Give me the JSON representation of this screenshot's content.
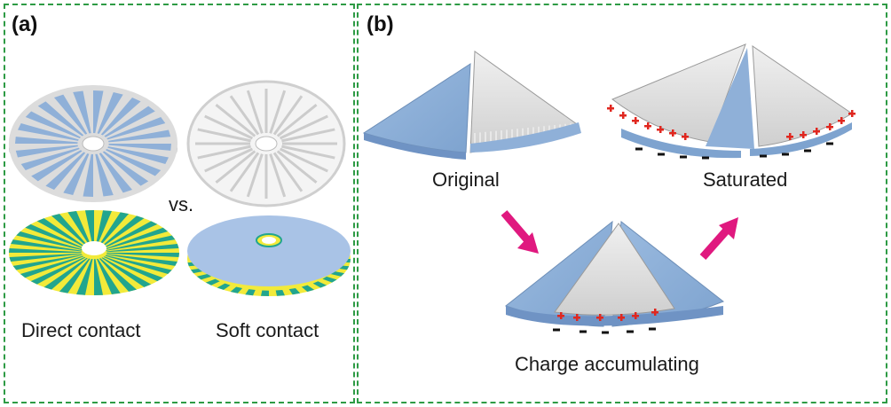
{
  "panel_a": {
    "label": "(a)",
    "vs_label": "vs.",
    "caption_left": "Direct contact",
    "caption_right": "Soft contact"
  },
  "panel_b": {
    "label": "(b)",
    "caption_original": "Original",
    "caption_saturated": "Saturated",
    "caption_accumulating": "Charge accumulating"
  },
  "colors": {
    "frame": "#2e9b45",
    "blue": "#8fb0d8",
    "grey": "#d9d9d9",
    "yellow": "#f2ea3a",
    "teal": "#22a58e",
    "arrow": "#e0197f",
    "charge_plus": "#e0271f"
  }
}
